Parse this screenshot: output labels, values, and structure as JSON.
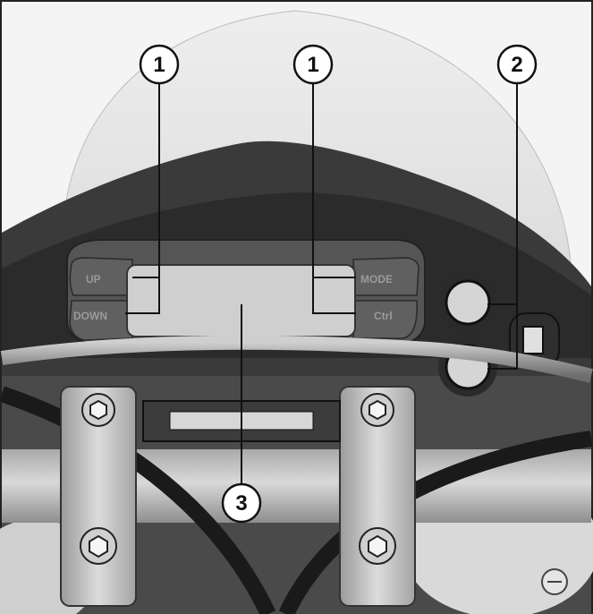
{
  "dashboard": {
    "buttons": {
      "up": "UP",
      "down": "DOWN",
      "mode": "MODE",
      "ctrl": "Ctrl"
    }
  },
  "callouts": [
    {
      "id": "callout-1-left",
      "number": "1"
    },
    {
      "id": "callout-1-right",
      "number": "1"
    },
    {
      "id": "callout-2",
      "number": "2"
    },
    {
      "id": "callout-3",
      "number": "3"
    }
  ]
}
